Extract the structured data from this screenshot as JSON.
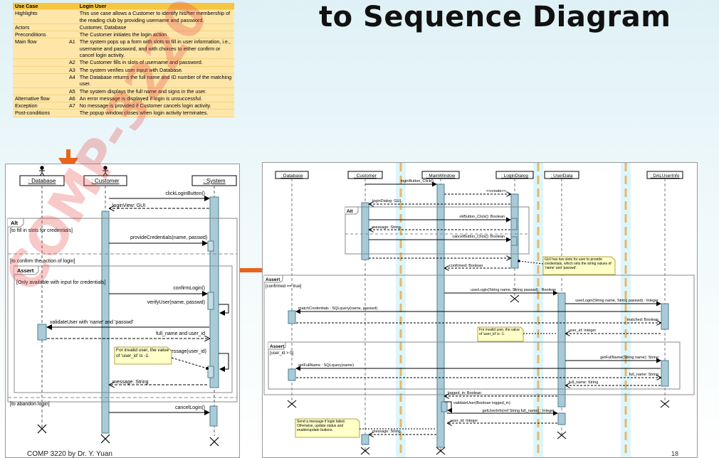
{
  "slide": {
    "title": "to Sequence Diagram",
    "footer": "COMP 3220 by Dr. Y. Yuan",
    "page_number": "18"
  },
  "use_case_table": {
    "header": {
      "label": "Use Case",
      "value": "Login User"
    },
    "rows": [
      {
        "label": "Highlights",
        "step": "",
        "text": "This use case allows a Customer to identify his/her membership of the reading club by providing username and password."
      },
      {
        "label": "Actors",
        "step": "",
        "text": "Customer, Database"
      },
      {
        "label": "Preconditions",
        "step": "",
        "text": "The Customer initiates the login action"
      },
      {
        "label": "Main flow",
        "step": "A1",
        "text": "The system pops up a form with slots to fill in user information, i.e., username and password, and with choices to either confirm or cancel login activity."
      },
      {
        "label": "",
        "step": "A2",
        "text": "The Customer fills in slots of username and password."
      },
      {
        "label": "",
        "step": "A3",
        "text": "The system verifies user input with Database."
      },
      {
        "label": "",
        "step": "A4",
        "text": "The Database returns the full name and ID number of the matching user."
      },
      {
        "label": "",
        "step": "A5",
        "text": "The system displays the full name and signs in the user."
      },
      {
        "label": "Alternative flow",
        "step": "A6",
        "text": "An error message is displayed if login is unsuccessful."
      },
      {
        "label": "Exception",
        "step": "A7",
        "text": "No message is provided if Customer cancels login activity."
      },
      {
        "label": "Post-conditions",
        "step": "",
        "text": "The popup window closes when login activity terminates."
      }
    ]
  },
  "left_diagram": {
    "lifelines": {
      "database": ": Database",
      "customer": ": Customer",
      "system": ": System"
    },
    "fragments": {
      "alt": "Alt",
      "guard_fill": "[to fill in slots for credentials]",
      "guard_confirm": "[to confirm the action of login]",
      "assert": "Assert",
      "guard_assert": "[Only available with input for credentials]",
      "guard_abandon": "[to abandon login]"
    },
    "messages": {
      "click": "clickLoginButton()",
      "login_view": "loginView: GUI",
      "provide": "provideCredentials(name, passwd)",
      "confirm": "confirmLogin()",
      "verify": "verifyUser(name, passwd)",
      "validate": "validateUser with 'name' and 'passwd'",
      "fullname": "full_name and user_id",
      "showmsg": "showMessage(user_id)",
      "message": "message: String",
      "cancel": "cancelLogin()"
    },
    "note": "For invalid user, the value of 'user_id' is -1."
  },
  "right_diagram": {
    "lifelines": {
      "database": ": Database",
      "customer": ": Customer",
      "mainwindow": ": MainWindow",
      "logindialog": ": LoginDialog",
      "userdata": ": UserData",
      "daluserinfo": ": DALUserInfo"
    },
    "fragments": {
      "alt": "Alt",
      "assert_outer": "Assert",
      "guard_outer": "[confirmed == true]",
      "assert_inner": "Assert",
      "guard_inner": "[user_id > 0]"
    },
    "messages": {
      "m1": "loginButton_Click()",
      "m2": "<<create>>",
      "m3": "loginDialog: GUI",
      "m4": "okButton_Click(): Boolean",
      "m5": "message: String",
      "m6": "cancelButton_Click(): Boolean",
      "m7": "confirmed: Boolean",
      "m8": "userLogin(String name, String passwd) : Boolean",
      "m9": "userLogin(String name, String passwd) : Integer",
      "m10": "matchCredentials : SQLquery(name, passwd)",
      "m11": "matched: Boolean",
      "m12": "user_id: Integer",
      "m13": "getFullName(String name): String",
      "m14": "getFullName : SQLquery(name)",
      "m15": "full_name: String",
      "m16": "full_name: String",
      "m17": "logged_in: Boolean",
      "m18": "validateUser(Boolean logged_in)",
      "m19": "getUserInfo(ref String full_name) : Integer",
      "m20": "user_id: Integer",
      "m21": "message: String"
    },
    "notes": {
      "gui": "GUI has two slots for user to provide credentials, which sets the string values of 'name' and 'passwd'.",
      "invalid": "For invalid user, the value of 'user_id' is -1.",
      "send": "Send a message if login failed. Otherwise, update status and enable/update buttons."
    }
  },
  "watermark": "COMP-3220 (F"
}
